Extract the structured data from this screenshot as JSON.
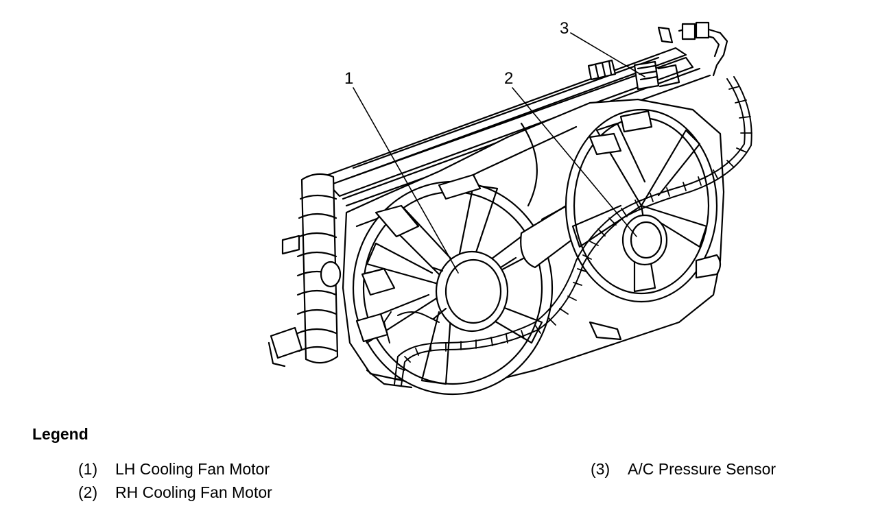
{
  "callouts": [
    "1",
    "2",
    "3"
  ],
  "legend": {
    "title": "Legend",
    "items": [
      {
        "index": "(1)",
        "label": "LH Cooling Fan Motor"
      },
      {
        "index": "(2)",
        "label": "RH Cooling Fan Motor"
      },
      {
        "index": "(3)",
        "label": "A/C Pressure Sensor"
      }
    ]
  }
}
